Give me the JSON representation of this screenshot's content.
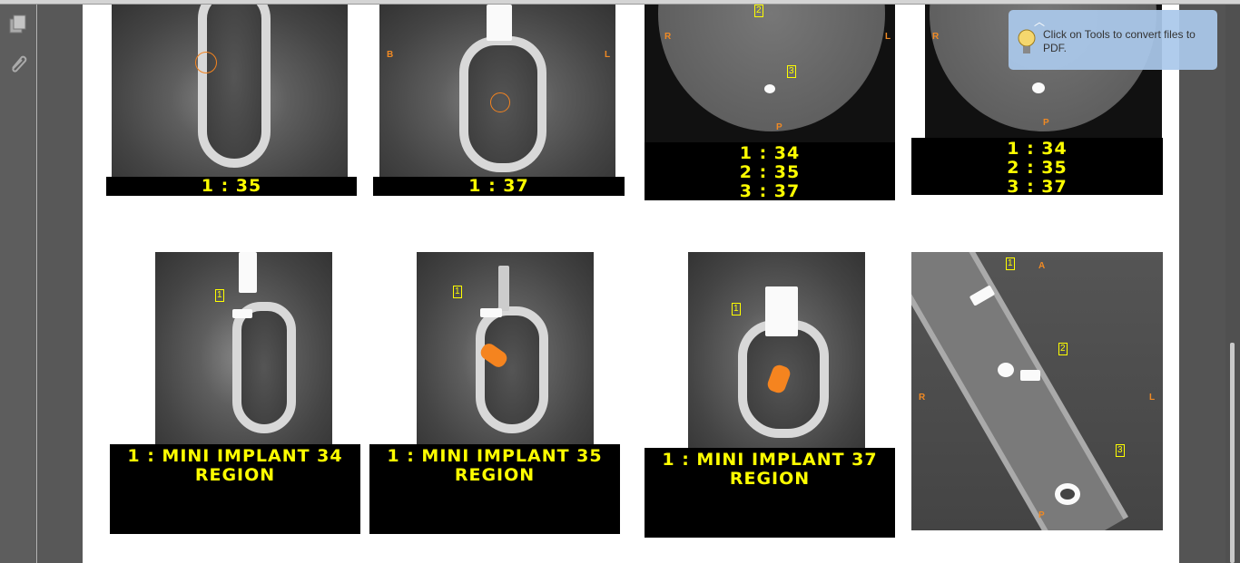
{
  "sidebar": {
    "icons": [
      "pages-icon",
      "attachment-icon"
    ]
  },
  "tooltip": {
    "text": "Click on Tools to convert files to PDF."
  },
  "figures": {
    "row1": [
      {
        "caption": [
          "1 :  35"
        ]
      },
      {
        "caption": [
          "1 :  37"
        ],
        "labels": [
          "B",
          "L"
        ]
      },
      {
        "caption": [
          "1 :  34",
          "2 :  35",
          "3 :  37"
        ],
        "labels": [
          "R",
          "L",
          "P"
        ],
        "markers": [
          "2",
          "3"
        ]
      },
      {
        "caption": [
          "1 :  34",
          "2 :  35",
          "3 :  37"
        ],
        "labels": [
          "R",
          "P"
        ]
      }
    ],
    "row2": [
      {
        "caption": [
          "1 :  MINI IMPLANT 34",
          "REGION"
        ],
        "markers": [
          "1"
        ]
      },
      {
        "caption": [
          "1 :  MINI IMPLANT 35",
          "REGION"
        ],
        "markers": [
          "1"
        ]
      },
      {
        "caption": [
          "1 :  MINI IMPLANT 37",
          "REGION"
        ],
        "markers": [
          "1"
        ]
      },
      {
        "labels": [
          "A",
          "R",
          "L",
          "P"
        ],
        "markers": [
          "1",
          "2",
          "3"
        ]
      }
    ]
  },
  "colors": {
    "caption_text": "#ffff00",
    "marker": "#f5841f"
  }
}
